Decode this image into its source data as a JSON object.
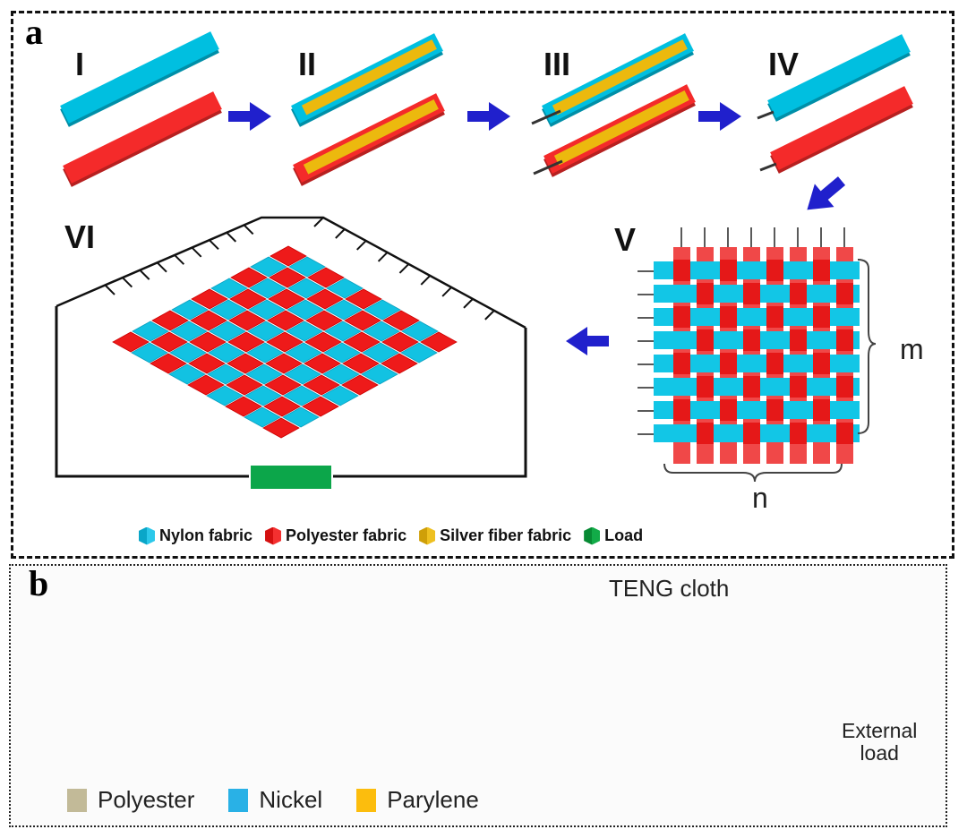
{
  "colors": {
    "nylon": "#00bfe0",
    "polyester_a": "#f42a2a",
    "silver": "#ecb90e",
    "load": "#0ca64a",
    "arrow_a": "#2020cc",
    "arrow_b": "#7030a0",
    "polyester_b": "#c2ba98",
    "nickel": "#29b1e6",
    "parylene": "#fcbd0d",
    "teng_blue": "#4cc0dc",
    "teng_orange": "#f7a52c",
    "ext_load_fill": "#f0b8bd"
  },
  "panel_a": {
    "label": "a",
    "steps": [
      "I",
      "II",
      "III",
      "IV",
      "V",
      "VI"
    ],
    "grid_labels": {
      "rows": "m",
      "cols": "n"
    },
    "legend": [
      {
        "icon": "nylon-cube-icon",
        "label": "Nylon fabric",
        "color_key": "nylon"
      },
      {
        "icon": "polyester-cube-icon",
        "label": "Polyester fabric",
        "color_key": "polyester_a"
      },
      {
        "icon": "silver-cube-icon",
        "label": "Silver fiber fabric",
        "color_key": "silver"
      },
      {
        "icon": "load-cube-icon",
        "label": "Load",
        "color_key": "load"
      }
    ]
  },
  "panel_b": {
    "label": "b",
    "cloth_title": "TENG cloth",
    "external_load": [
      "External",
      "load"
    ],
    "legend": [
      {
        "label": "Polyester",
        "color_key": "polyester_b"
      },
      {
        "label": "Nickel",
        "color_key": "nickel"
      },
      {
        "label": "Parylene",
        "color_key": "parylene"
      }
    ]
  }
}
